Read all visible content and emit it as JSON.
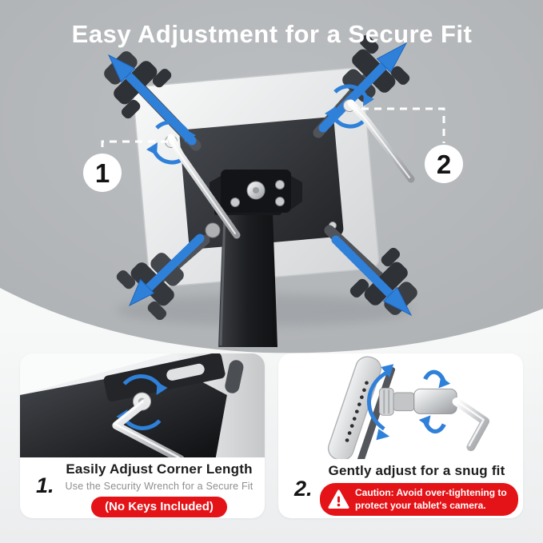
{
  "colors": {
    "accent_blue": "#2f80d9",
    "accent_red": "#e41317",
    "hero_background": "#b6b9bc",
    "title_color": "#ffffff"
  },
  "hero": {
    "title": "Easy Adjustment for a Secure Fit",
    "callouts": [
      {
        "number": "1"
      },
      {
        "number": "2"
      }
    ]
  },
  "steps": [
    {
      "number": "1.",
      "heading": "Easily Adjust Corner Length",
      "subheading": "Use the Security Wrench for a Secure Fit",
      "badge": "(No Keys Included)"
    },
    {
      "number": "2.",
      "heading": "Gently adjust for a snug fit",
      "caution": {
        "line1": "Caution: Avoid over-tightening to",
        "line2": "protect your tablet's camera."
      }
    }
  ]
}
